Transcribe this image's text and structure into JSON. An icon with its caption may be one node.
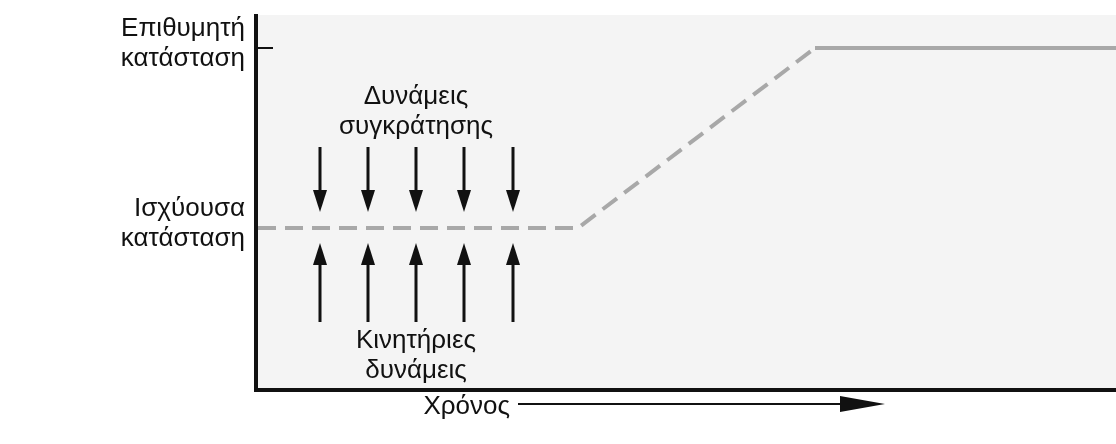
{
  "diagram": {
    "labels": [
      "Επιθυμητή κατάσταση",
      "Δυνάμεις συγκράτησης",
      "Ισχύουσα κατάσταση",
      "Κινητήριες δυνάμεις",
      "Χρόνος"
    ]
  }
}
